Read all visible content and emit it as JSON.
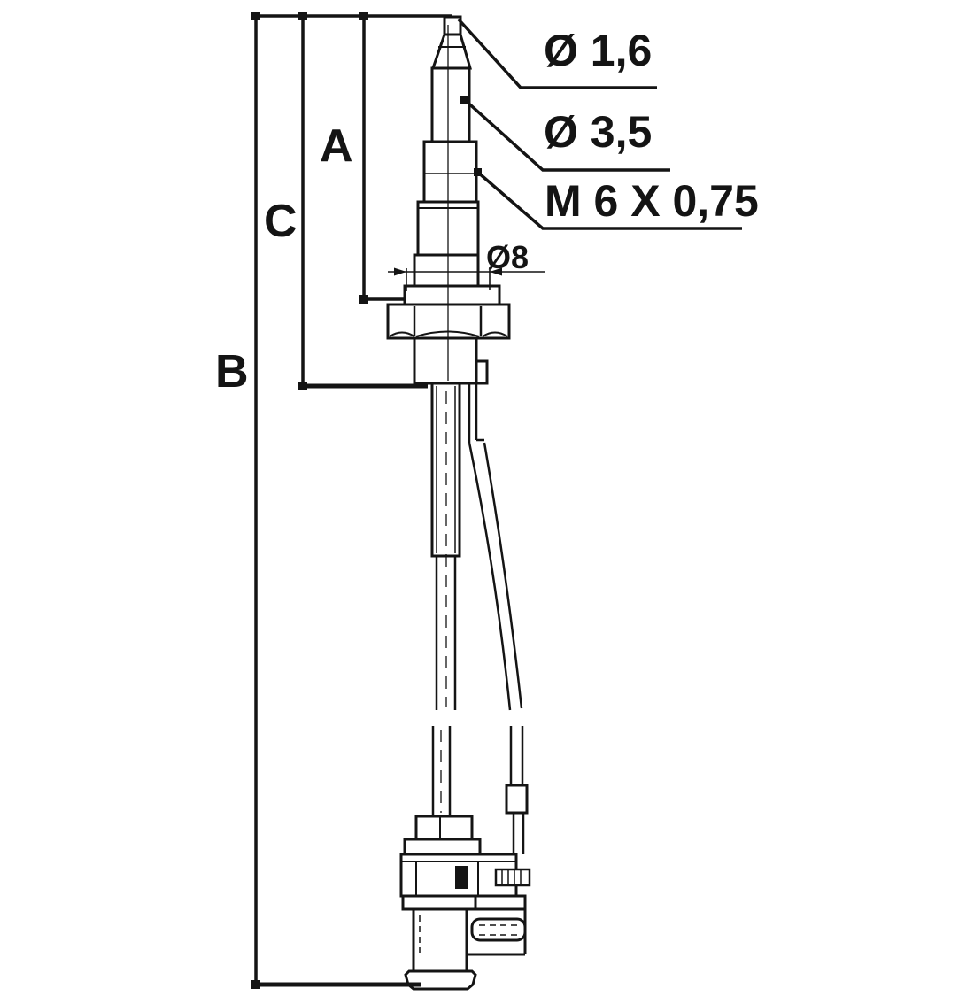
{
  "drawing": {
    "background_color": "#ffffff",
    "ink_color": "#141414",
    "dimension_letters": {
      "a": "A",
      "b": "B",
      "c": "C"
    },
    "callouts": {
      "tip_diameter": "Ø 1,6",
      "shaft_diameter": "Ø 3,5",
      "thread_spec": "M 6 X 0,75",
      "gland_diameter": "Ø8"
    }
  }
}
